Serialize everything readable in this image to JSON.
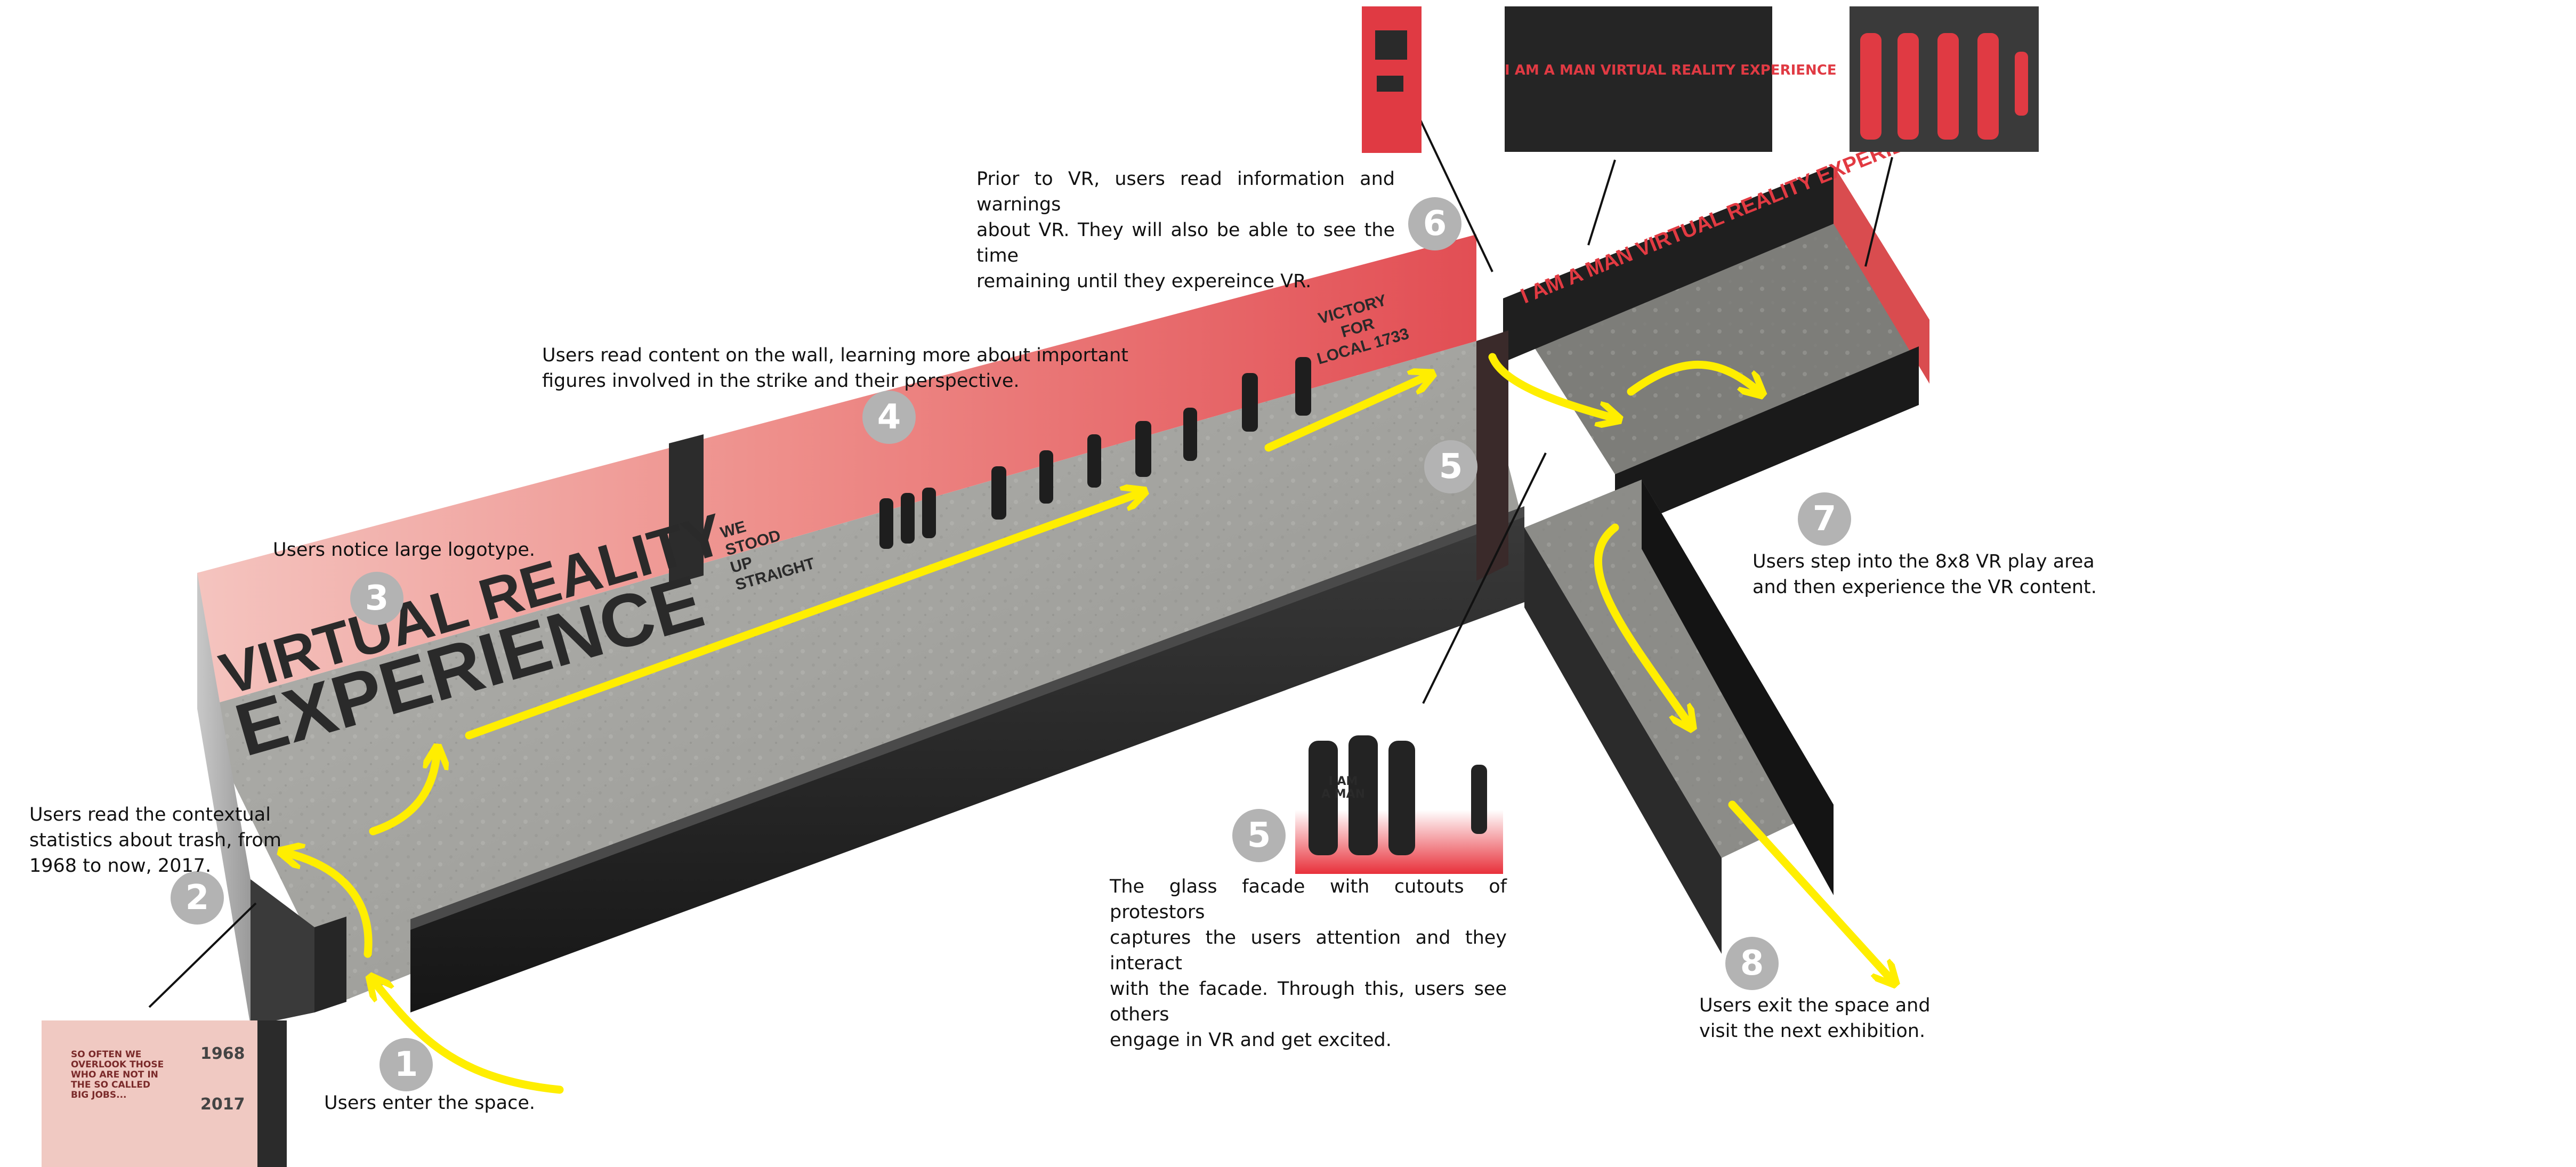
{
  "colors": {
    "wall_red": "#e8555a",
    "wall_pink": "#f2b1ad",
    "dark": "#262626",
    "floor": "#9a9a96",
    "path": "#ffee00",
    "badge": "#b3b3b3"
  },
  "steps": [
    {
      "number": "1",
      "text": "Users enter the space."
    },
    {
      "number": "2",
      "text": "Users read the contextual\nstatistics about trash, from\n1968 to now, 2017."
    },
    {
      "number": "3",
      "text": "Users notice large logotype."
    },
    {
      "number": "4",
      "text": "Users read content on the wall, learning more about important\nfigures involved in the strike and their perspective."
    },
    {
      "number": "5",
      "text": "The glass facade with cutouts of protestors\ncaptures the users attention and they interact\nwith the facade. Through this, users see others\nengage in VR and get excited."
    },
    {
      "number": "6",
      "text": "Prior to VR, users read information and warnings\nabout VR. They will also be able to see the time\nremaining until they expereince VR."
    },
    {
      "number": "7",
      "text": "Users step into the 8x8 VR play area\nand then experience the VR content."
    },
    {
      "number": "8",
      "text": "Users exit the space and\nvisit the next exhibition."
    }
  ],
  "floor_badge_5": "5",
  "wall_text": {
    "logotype": "VIRTUAL REALITY\nEXPERIENCE",
    "stood": "WE\nSTOOD\nUP\nSTRAIGHT",
    "victory": "VICTORY\nFOR\nLOCAL 1733",
    "vr_banner": "I AM A MAN VIRTUAL REALITY EXPERIENCE"
  },
  "thumbnails": {
    "quote": "SO OFTEN WE\nOVERLOOK THOSE\nWHO ARE NOT IN\nTHE SO CALLED\nBIG JOBS...",
    "year_then": "1968",
    "year_now": "2017",
    "banner": "I AM A MAN VIRTUAL REALITY EXPERIENCE",
    "sign": "I AM\nA MAN"
  }
}
